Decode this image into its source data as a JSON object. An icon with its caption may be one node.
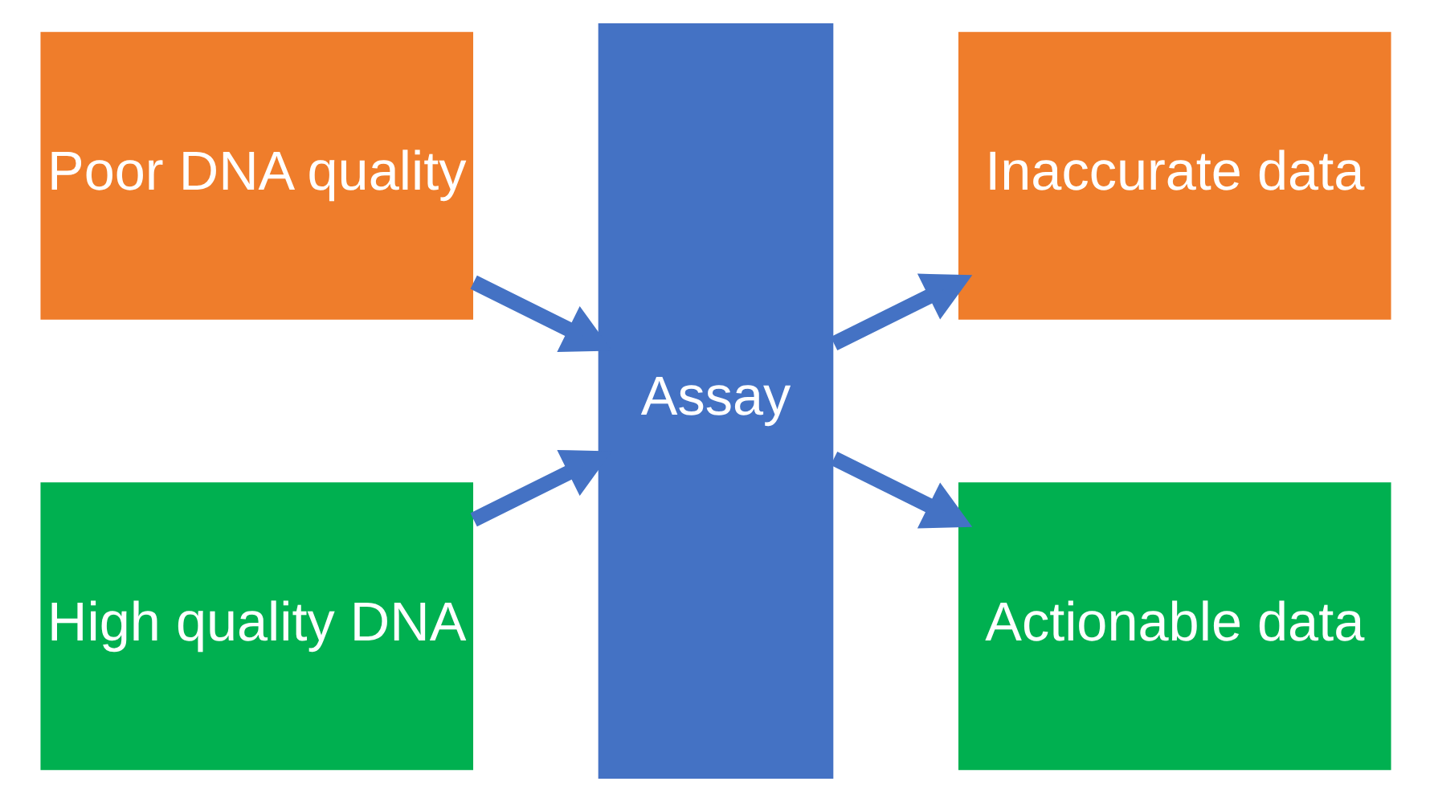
{
  "diagram": {
    "nodes": [
      {
        "text": [
          "Poor DNA quality"
        ]
      },
      {
        "text": [
          "High quality DNA"
        ]
      },
      {
        "text": [
          "Assay"
        ]
      },
      {
        "text": [
          "Inaccurate data"
        ]
      },
      {
        "text": [
          "Actionable data"
        ]
      }
    ],
    "edges": [
      {
        "from": 0,
        "to": 2,
        "arrow": "to"
      },
      {
        "from": 1,
        "to": 2,
        "arrow": "to"
      },
      {
        "from": 2,
        "to": 3,
        "arrow": "to"
      },
      {
        "from": 2,
        "to": 4,
        "arrow": "to"
      }
    ]
  }
}
